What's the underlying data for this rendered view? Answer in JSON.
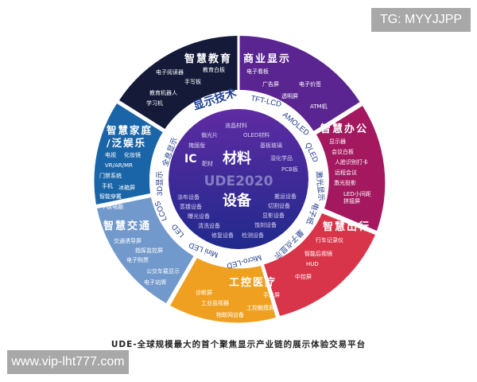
{
  "watermark_top": "TG: MYYJJPP",
  "watermark_bottom": "www.vip-lht777.com",
  "caption": "UDE-全球规模最大的首个聚焦显示产业链的展示体验交易平台",
  "center": {
    "logo": "UDE2020",
    "materials_title": "材料",
    "equipment_title": "设备",
    "materials": [
      "液晶材料",
      "偏光片",
      "OLED材料",
      "掩膜版",
      "基板玻璃",
      "IC",
      "靶材",
      "湿化学品",
      "PCB板"
    ],
    "equipment": [
      "涂布设备",
      "蒸镀设备",
      "曝光设备",
      "清洗设备",
      "修复设备",
      "检测设备",
      "蚀刻设备",
      "显影设备",
      "切割设备",
      "搬运设备"
    ],
    "colors": {
      "top": "#5b2ca0",
      "bottom": "#1f2a8a"
    }
  },
  "ring": {
    "title": "显示技术",
    "items": [
      "TFT-LCD",
      "AMOLED",
      "QLED",
      "激光显示",
      "电子纸",
      "量子点显示",
      "Micro-LED",
      "Mini LED",
      "LED",
      "LCOS",
      "3D显示",
      "全息显示"
    ]
  },
  "sectors": [
    {
      "title": "商业显示",
      "color": "#5a2590",
      "items": [
        "电子看板",
        "广告屏",
        "电子价签",
        "透明屏",
        "ATM机"
      ]
    },
    {
      "title": "智慧办公",
      "color": "#a3185f",
      "items": [
        "显示器",
        "会议白板",
        "人脸识别打卡",
        "远程会议",
        "激光投影",
        "LED小间距",
        "拼接屏"
      ]
    },
    {
      "title": "智慧出行",
      "color": "#d9354a",
      "items": [
        "行车记录仪",
        "智能后视镜",
        "HUD",
        "中控屏"
      ]
    },
    {
      "title": "工控医疗",
      "color": "#f0a020",
      "items": [
        "诊断屏",
        "手术屏",
        "工业监视器",
        "工控触摸屏",
        "物联网设备"
      ]
    },
    {
      "title": "智慧交通",
      "color": "#6f95c8",
      "items": [
        "交通诱导屏",
        "指挥监控屏",
        "电子购票",
        "公交车载显示",
        "电子站牌"
      ]
    },
    {
      "title": "智慧家庭/泛娱乐",
      "title_line1": "智慧家庭",
      "title_line2": "/泛娱乐",
      "color": "#1a65a8",
      "items": [
        "电视",
        "化妆镜",
        "VR/AR/MR",
        "门禁系统",
        "手机",
        "冰箱屏",
        "智能穿戴",
        "平板电脑"
      ]
    },
    {
      "title": "智慧教育",
      "color": "#141a38",
      "items": [
        "电子阅读器",
        "教育白板",
        "手写板",
        "教育机器人",
        "学习机"
      ]
    }
  ]
}
